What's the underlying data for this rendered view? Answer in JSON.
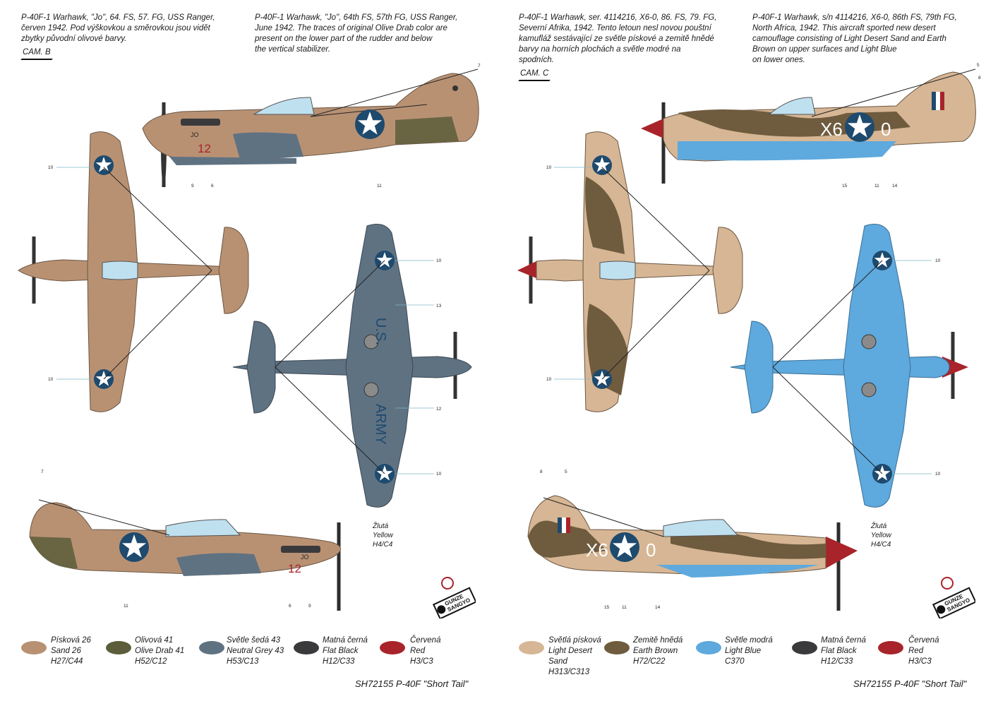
{
  "left": {
    "caption_cz": "P-40F-1 Warhawk, \"Jo\", 64. FS, 57. FG, USS Ranger,\nčerven 1942. Pod výškovkou a směrovkou jsou vidět\nzbytky původní olivové barvy.",
    "caption_en": "P-40F-1 Warhawk, \"Jo\", 64th FS, 57th FG, USS Ranger,\nJune 1942. The traces of original Olive Drab color are\npresent on the lower part of the rudder and below\nthe vertical stabilizer.",
    "cam": "CAM. B",
    "code_jo": "JO",
    "code_num": "12",
    "wing_us": "U.S.",
    "wing_army": "ARMY",
    "callouts": [
      "7",
      "9",
      "6",
      "11",
      "10",
      "10",
      "10",
      "13",
      "12",
      "10",
      "7",
      "11",
      "6",
      "9"
    ],
    "yellow_note": "Žlutá\nYellow\nH4/C4",
    "legend": [
      {
        "label": "Písková 26\nSand 26\nH27/C44",
        "color": "#b89173"
      },
      {
        "label": "Olivová 41\nOlive Drab 41\nH52/C12",
        "color": "#5b5d3b"
      },
      {
        "label": "Světle šedá 43\nNeutral Grey 43\nH53/C13",
        "color": "#5f7282"
      },
      {
        "label": "Matná černá\nFlat Black\nH12/C33",
        "color": "#3a3a3c"
      },
      {
        "label": "Červená\nRed\nH3/C3",
        "color": "#a8242a"
      }
    ],
    "footer": "SH72155 P-40F \"Short Tail\""
  },
  "right": {
    "caption_cz": "P-40F-1 Warhawk, ser. 4114216, X6-0, 86. FS, 79. FG,\nSeverní Afrika, 1942. Tento letoun nesl novou pouštní\nkamufláž sestávající ze světle pískové a zemitě hnědé\nbarvy na horních plochách a světle modré na\nspodních.",
    "caption_en": "P-40F-1 Warhawk, s/n 4114216, X6-0, 86th FS, 79th FG,\nNorth Africa, 1942. This aircraft sported new desert\ncamouflage consisting of Light Desert Sand and Earth\nBrown on upper surfaces and Light Blue\non lower ones.",
    "cam": "CAM. C",
    "code_x6": "X6",
    "code_0": "0",
    "callouts": [
      "5",
      "8",
      "15",
      "11",
      "14",
      "10",
      "10",
      "10",
      "10",
      "8",
      "5",
      "15",
      "11",
      "14"
    ],
    "yellow_note": "Žlutá\nYellow\nH4/C4",
    "legend": [
      {
        "label": "Světlá písková\nLight Desert\nSand\nH313/C313",
        "color": "#d6b694"
      },
      {
        "label": "Zemitě hnědá\nEarth Brown\nH72/C22",
        "color": "#6f5b3e"
      },
      {
        "label": "Světle modrá\nLight Blue\nC370",
        "color": "#5ea9dd"
      },
      {
        "label": "Matná černá\nFlat Black\nH12/C33",
        "color": "#3a3a3c"
      },
      {
        "label": "Červená\nRed\nH3/C3",
        "color": "#a8242a"
      }
    ],
    "footer": "SH72155 P-40F \"Short Tail\""
  },
  "logo": {
    "brand": "GUNZE SANGYO"
  },
  "colors": {
    "sand": "#b89173",
    "olive": "#5b5d3b",
    "grey": "#5f7282",
    "desert": "#d6b694",
    "brown": "#6f5b3e",
    "blue": "#5ea9dd",
    "red": "#a8242a",
    "insignia": "#1e4a6e"
  }
}
